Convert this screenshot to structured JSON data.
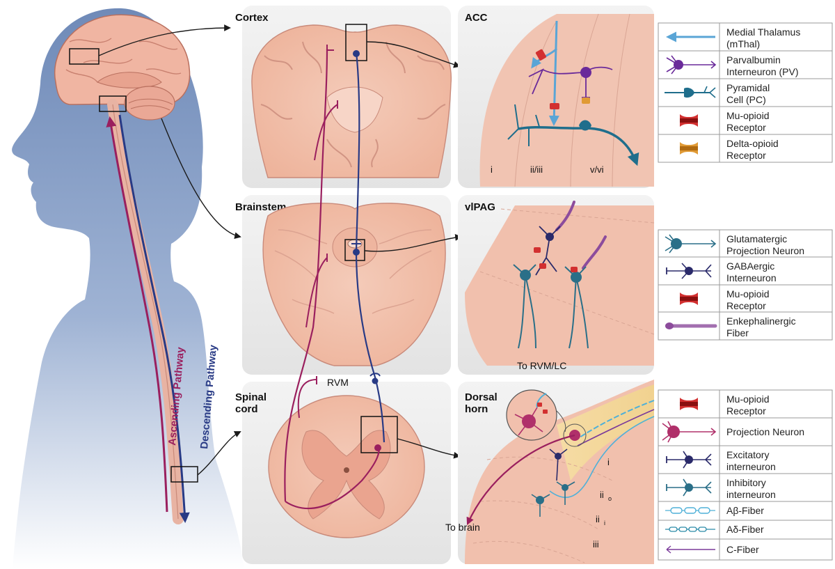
{
  "colors": {
    "ascending": "#9a1f5e",
    "descending": "#283a85",
    "body": "#7b95bf",
    "tissue": "#f2c1ad",
    "tissue_dark": "#d98e7a",
    "panel": "#ececec",
    "mu_opioid": "#d23030",
    "delta_opioid": "#e09a35",
    "pyramidal": "#1f6e8c",
    "pv": "#6a2a9a",
    "thalamus_arrow": "#5aa5d6"
  },
  "sections": {
    "cortex": "Cortex",
    "brainstem": "Brainstem",
    "spinal_line1": "Spinal",
    "spinal_line2": "cord",
    "rvm": "RVM"
  },
  "pathways": {
    "ascending": "Ascending Pathway",
    "descending": "Descending Pathway"
  },
  "acc": {
    "title": "ACC",
    "layers": [
      "i",
      "ii/iii",
      "v/vi"
    ]
  },
  "vlpag": {
    "title": "vlPAG",
    "output": "To RVM/LC"
  },
  "dorsal": {
    "title_line1": "Dorsal",
    "title_line2": "horn",
    "to_brain": "To brain",
    "layer_i": "i",
    "layer_iio": "ii",
    "layer_iio_sub": "o",
    "layer_iii": "ii",
    "layer_iii_sub": "i",
    "layer_iii_main": "iii"
  },
  "legend1": {
    "items": [
      {
        "line1": "Medial Thalamus",
        "line2": "(mThal)",
        "icon": "thalamus-arrow-icon"
      },
      {
        "line1": "Parvalbumin",
        "line2": "Interneuron (PV)",
        "icon": "pv-neuron-icon"
      },
      {
        "line1": "Pyramidal",
        "line2": "Cell (PC)",
        "icon": "pyramidal-cell-icon"
      },
      {
        "line1": "Mu-opioid",
        "line2": "Receptor",
        "icon": "mu-opioid-receptor-icon"
      },
      {
        "line1": "Delta-opioid",
        "line2": "Receptor",
        "icon": "delta-opioid-receptor-icon"
      }
    ]
  },
  "legend2": {
    "items": [
      {
        "line1": "Glutamatergic",
        "line2": "Projection Neuron",
        "icon": "glutamatergic-neuron-icon"
      },
      {
        "line1": "GABAergic",
        "line2": "Interneuron",
        "icon": "gabaergic-neuron-icon"
      },
      {
        "line1": "Mu-opioid",
        "line2": "Receptor",
        "icon": "mu-opioid-receptor-icon"
      },
      {
        "line1": "Enkephalinergic",
        "line2": "Fiber",
        "icon": "enkephalinergic-fiber-icon"
      }
    ]
  },
  "legend3": {
    "items": [
      {
        "line1": "Mu-opioid",
        "line2": "Receptor",
        "icon": "mu-opioid-receptor-icon"
      },
      {
        "line1": "Projection Neuron",
        "line2": "",
        "icon": "projection-neuron-icon"
      },
      {
        "line1": "Excitatory",
        "line2": "interneuron",
        "icon": "excitatory-interneuron-icon"
      },
      {
        "line1": "Inhibitory",
        "line2": "interneuron",
        "icon": "inhibitory-interneuron-icon"
      },
      {
        "line1": "Aβ-Fiber",
        "line2": "",
        "icon": "a-beta-fiber-icon"
      },
      {
        "line1": "Aδ-Fiber",
        "line2": "",
        "icon": "a-delta-fiber-icon"
      },
      {
        "line1": "C-Fiber",
        "line2": "",
        "icon": "c-fiber-icon"
      }
    ]
  }
}
